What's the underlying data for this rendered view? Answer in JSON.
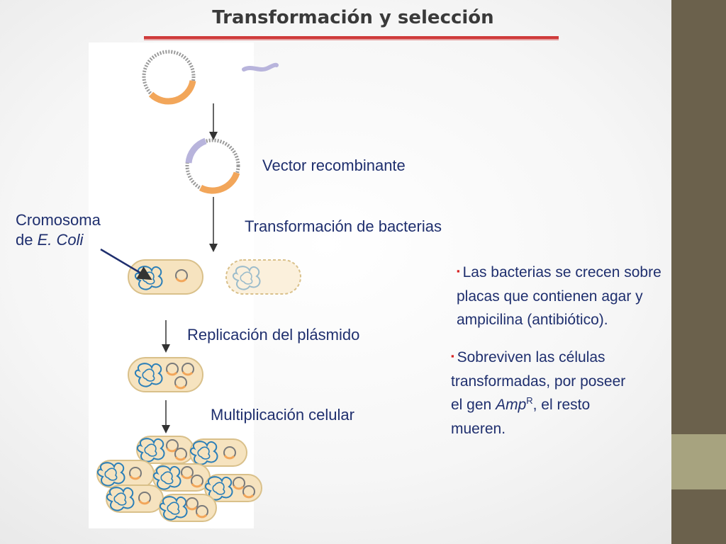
{
  "slide": {
    "title": "Transformación y selección",
    "labels": {
      "vector": "Vector recombinante",
      "transformation": "Transformación de bacterias",
      "chromosome_line1": "Cromosoma",
      "chromosome_de": "de ",
      "chromosome_species": "E. Coli",
      "replication": "Replicación del plásmido",
      "multiplication": "Multiplicación celular"
    },
    "bullets": [
      {
        "line1": "Las bacterias se crecen sobre",
        "line2": "placas que contienen agar  y",
        "line3": "ampicilina (antibiótico)."
      },
      {
        "line1": "Sobreviven las células",
        "line2": "transformadas, por poseer",
        "line3_pre": "el gen ",
        "gene": "Amp",
        "gene_sup": "R",
        "line3_post": ", el resto",
        "line4": "mueren."
      }
    ],
    "bullet_marker": "▪",
    "colors": {
      "text": "#1f2f6e",
      "bullet": "#d62020",
      "sidebar": "#6b614c",
      "sidebar_accent": "#a7a37f",
      "title_rule": "#cf3b3b",
      "plasmid_orange": "#f2a65a",
      "insert_lavender": "#b8b4dc",
      "cell_fill": "#f6e3bf",
      "chromosome_blue": "#2b7fb8"
    }
  }
}
